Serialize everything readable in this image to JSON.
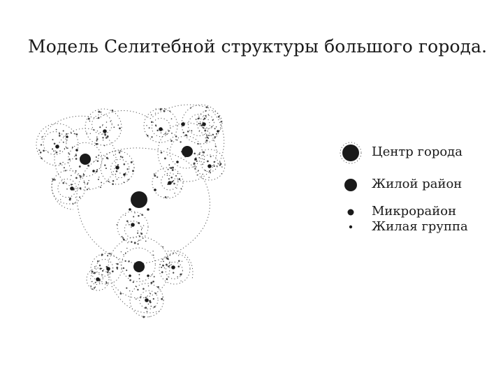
{
  "title": "Модель Селитебной структуры большого города.",
  "legend": {
    "city_center": "Центр города",
    "residential_district": "Жилой район",
    "microdistrict": "Микрорайон",
    "residential_group": "Жилая группа"
  },
  "colors": {
    "ink": "#1a1a1a",
    "dots": "#444444",
    "background": "#ffffff"
  }
}
